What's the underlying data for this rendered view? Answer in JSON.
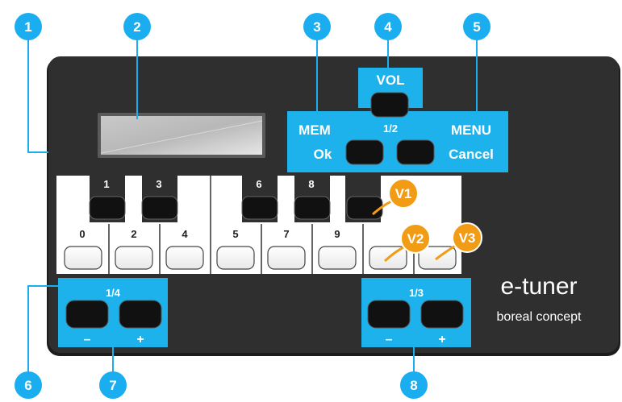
{
  "callouts": [
    "1",
    "2",
    "3",
    "4",
    "5",
    "6",
    "7",
    "8"
  ],
  "top_panel": {
    "vol": "VOL",
    "mem": "MEM",
    "ok": "Ok",
    "half": "1/2",
    "menu": "MENU",
    "cancel": "Cancel"
  },
  "keys": {
    "upper": [
      "1",
      "3",
      "6",
      "8"
    ],
    "lower": [
      "0",
      "2",
      "4",
      "5",
      "7",
      "9"
    ]
  },
  "markers": [
    "V1",
    "V2",
    "V3"
  ],
  "left_panel": {
    "title": "1/4",
    "minus": "–",
    "plus": "+"
  },
  "right_panel": {
    "title": "1/3",
    "minus": "–",
    "plus": "+"
  },
  "brand": {
    "name": "e-tuner",
    "tagline": "boreal concept"
  },
  "colors": {
    "accent": "#1eb2ec",
    "device": "#2d2d2d",
    "marker": "#f29b14",
    "callout": "#1aaef0"
  }
}
